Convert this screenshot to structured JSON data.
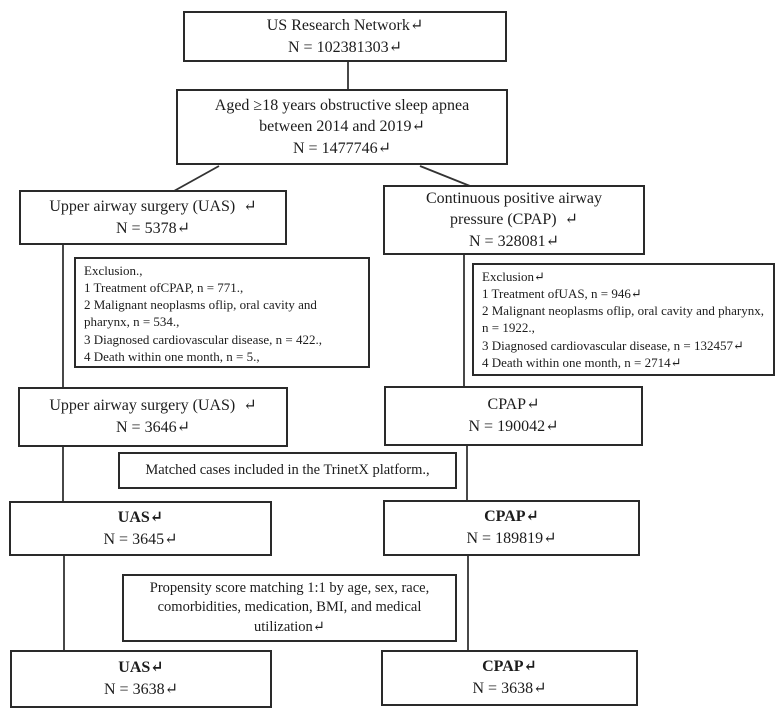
{
  "figure": {
    "background": "#ffffff",
    "box_border_color": "#2a2a2a",
    "connector_color": "#333333",
    "text_color": "#1c1c1c"
  },
  "boxes": {
    "network": {
      "lines": [
        "US Research Network↵",
        "N = 102381303↵"
      ]
    },
    "aged": {
      "lines": [
        "Aged ≥18 years obstructive sleep apnea",
        "between 2014 and 2019↵",
        "N = 1477746↵"
      ]
    },
    "uas_initial": {
      "lines": [
        "Upper airway surgery (UAS)  ↵",
        "N = 5378↵"
      ]
    },
    "cpap_initial": {
      "lines": [
        "Continuous positive airway",
        "pressure (CPAP)  ↵",
        "N = 328081↵"
      ]
    },
    "uas_exclusion": {
      "lines": [
        "Exclusion.,",
        "1 Treatment ofCPAP, n = 771.,",
        "2 Malignant neoplasms oflip, oral cavity and pharynx, n = 534.,",
        "3 Diagnosed cardiovascular disease, n = 422.,",
        "4 Death within one month, n = 5.,"
      ]
    },
    "cpap_exclusion": {
      "lines": [
        "Exclusion↵",
        "1 Treatment ofUAS, n = 946↵",
        "2 Malignant neoplasms oflip, oral cavity and pharynx, n = 1922.,",
        "3 Diagnosed cardiovascular disease, n = 132457↵",
        "4 Death within one month, n = 2714↵"
      ]
    },
    "uas_after_exclusion": {
      "lines": [
        "Upper airway surgery (UAS)  ↵",
        "N = 3646↵"
      ]
    },
    "cpap_after_exclusion": {
      "lines": [
        "CPAP↵",
        "N = 190042↵"
      ]
    },
    "matched_note": {
      "lines": [
        "Matched cases included in the TrinetX platform.,"
      ]
    },
    "uas_matched": {
      "lines": [
        "UAS↵",
        "N = 3645↵"
      ]
    },
    "cpap_matched": {
      "lines": [
        "CPAP↵",
        "N = 189819↵"
      ]
    },
    "propensity_note": {
      "lines": [
        "Propensity score matching 1:1 by age, sex, race,",
        "comorbidities, medication, BMI, and medical",
        "utilization↵"
      ]
    },
    "uas_final": {
      "lines": [
        "UAS↵",
        "N = 3638↵"
      ]
    },
    "cpap_final": {
      "lines": [
        "CPAP↵",
        "N = 3638↵"
      ]
    }
  }
}
